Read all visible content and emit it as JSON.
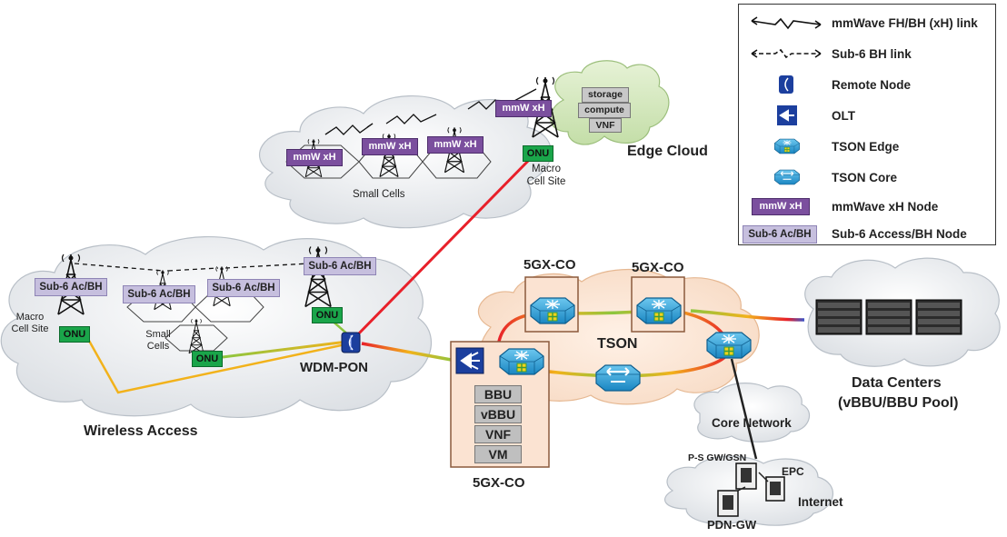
{
  "legend": {
    "items": [
      {
        "label": "mmWave FH/BH (xH) link",
        "icon": "mmwave-link"
      },
      {
        "label": "Sub-6 BH link",
        "icon": "sub6-link"
      },
      {
        "label": "Remote Node",
        "icon": "remote-node"
      },
      {
        "label": "OLT",
        "icon": "olt"
      },
      {
        "label": "TSON Edge",
        "icon": "tson-edge"
      },
      {
        "label": "TSON Core",
        "icon": "tson-core"
      },
      {
        "label": "mmWave xH Node",
        "icon": "mmw-node",
        "badge": "mmW xH"
      },
      {
        "label": "Sub-6 Access/BH Node",
        "icon": "sub6-node",
        "badge": "Sub-6 Ac/BH"
      }
    ]
  },
  "labels": {
    "edge_cloud": "Edge Cloud",
    "small_cells_top": "Small Cells",
    "macro_cell_site_top": "Macro\nCell Site",
    "wireless_access": "Wireless Access",
    "macro_cell_site_left": "Macro\nCell Site",
    "small_cells_left": "Small\nCells",
    "wdm_pon": "WDM-PON",
    "tson": "TSON",
    "data_centers": "Data Centers",
    "data_centers_sub": "(vBBU/BBU Pool)",
    "core_network": "Core Network",
    "ps_gw": "P-S GW/GSN",
    "epc": "EPC",
    "internet": "Internet",
    "pdn_gw": "PDN-GW",
    "co_left": "5GX-CO",
    "co_right": "5GX-CO",
    "co_bottom": "5GX-CO"
  },
  "badges": {
    "mmw": "mmW xH",
    "sub6": "Sub-6 Ac/BH",
    "onu": "ONU"
  },
  "edge_cloud_stack": [
    "storage",
    "compute",
    "VNF"
  ],
  "co_stack": [
    "BBU",
    "vBBU",
    "VNF",
    "VM"
  ],
  "colors": {
    "mmw_badge": "#7b4f9e",
    "sub6_badge": "#c6bfde",
    "onu": "#1aa54a",
    "tson_node": "#38a6dc",
    "co_box_fill": "#fbe3d2",
    "co_box_border": "#8b5a3c",
    "red_link": "#e8202a",
    "yellow_link": "#f2b21b",
    "green_link": "#8cc63f"
  }
}
